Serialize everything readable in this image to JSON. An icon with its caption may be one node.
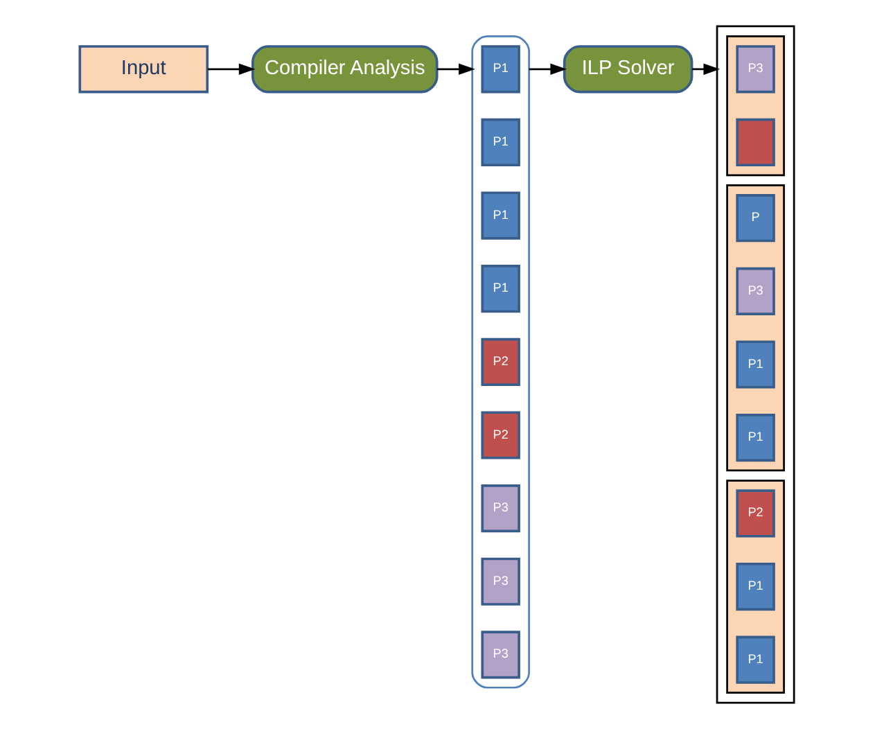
{
  "diagram": {
    "nodes": [
      {
        "text": [
          "Input"
        ]
      },
      {
        "text": [
          "Compiler Analysis"
        ]
      },
      {
        "text": [],
        "shape": "cloud"
      },
      {
        "text": [
          "P1"
        ],
        "in": 2
      },
      {
        "text": [
          "P1"
        ],
        "in": 2
      },
      {
        "text": [
          "P1"
        ],
        "in": 2
      },
      {
        "text": [
          "P1"
        ],
        "in": 2
      },
      {
        "text": [
          "P2"
        ],
        "in": 2
      },
      {
        "text": [
          "P2"
        ],
        "in": 2
      },
      {
        "text": [
          "P3"
        ],
        "in": 2
      },
      {
        "text": [
          "P3"
        ],
        "in": 2
      },
      {
        "text": [
          "P3"
        ],
        "in": 2
      },
      {
        "text": [
          "ILP Solver"
        ]
      },
      {
        "text": [],
        "shape": "box"
      },
      {
        "text": [],
        "shape": "box",
        "in": 13
      },
      {
        "text": [
          "P3"
        ],
        "in": 14
      },
      {
        "text": [],
        "shape": "box",
        "in": 14
      },
      {
        "text": [],
        "shape": "box",
        "in": 13
      },
      {
        "text": [
          "P"
        ],
        "in": 17
      },
      {
        "text": [
          "P3"
        ],
        "in": 17
      },
      {
        "text": [
          "P1"
        ],
        "in": 17
      },
      {
        "text": [
          "P1"
        ],
        "in": 17
      },
      {
        "text": [],
        "shape": "box",
        "in": 13
      },
      {
        "text": [
          "P2"
        ],
        "in": 22
      },
      {
        "text": [
          "P1"
        ],
        "in": 22
      },
      {
        "text": [
          "P1"
        ],
        "in": 22
      }
    ],
    "edges": [
      {
        "from": 0,
        "to": 1,
        "arrow": "to"
      },
      {
        "from": 1,
        "to": 2,
        "arrow": "to"
      },
      {
        "from": 2,
        "to": 12,
        "arrow": "to"
      },
      {
        "from": 12,
        "to": 13,
        "arrow": "to"
      }
    ]
  }
}
